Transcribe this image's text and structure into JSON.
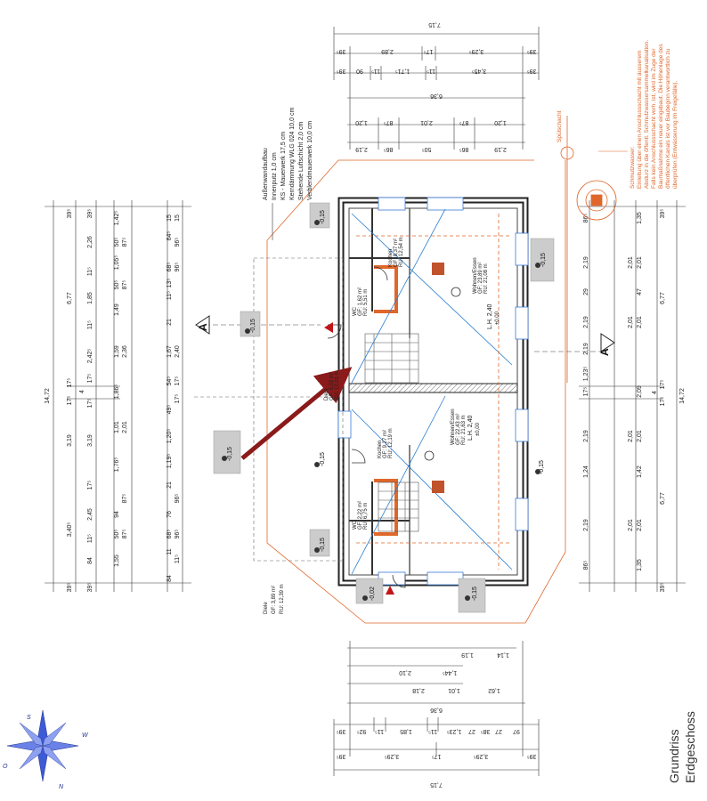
{
  "title": {
    "line1": "Grundriss",
    "line2": "Erdgeschoss"
  },
  "wall_legend": [
    "Außenwandaufbau",
    "Innenputz 1,0 cm",
    "KS - Mauerwerk 17,5 cm",
    "Kerndämmung WLG 024 10,0 cm",
    "Stehende Luftschicht 2,0 cm",
    "Verblendmauerwerk 10,0 cm"
  ],
  "schmutzwasser": [
    "Schmutzwasser:",
    "Einleitung über einen Anschlussschacht mit äusserem",
    "Absturz in die öffentl. Schmutzwassersammelkanalisation.",
    "Falls kein Anschlussschacht vorh. ist, wird im Zuge der",
    "Baumaßnahme ein neuer eingebaut. Die Höhenlage des",
    "öffentlichen Kanals ist vor Baubeginn verantwortlich zu",
    "überprüfen (Entwässerung im Freigefälle)."
  ],
  "spuelschacht": "Spülschacht",
  "section_marker": "A",
  "levels": [
    "-0,15",
    "-0,15",
    "-0,15",
    "-0,15",
    "-0,15",
    "-0,15",
    "-0,15",
    "-0,02"
  ],
  "rooms": [
    {
      "name": "Wohnen/Essen",
      "gf": "GF: 23,89 m²",
      "ru": "RU: 21,08 m"
    },
    {
      "name": "Kochen",
      "gf": "GF: 8,37 m²",
      "ru": "RU: 12,54 m"
    },
    {
      "name": "WC",
      "gf": "GF: 1,62 m²",
      "ru": "RU: 5,51 m"
    },
    {
      "name": "Diele",
      "gf": "GF: 5,02 m²",
      "ru": "RU: 12,01 m"
    },
    {
      "name": "Wohnen/Essen",
      "gf": "GF: 22,43 m²",
      "ru": "RU: 21,63 m"
    },
    {
      "name": "Kochen",
      "gf": "GF: 9,27 m²",
      "ru": "RU: 12,19 m"
    },
    {
      "name": "WC",
      "gf": "GF: 2,22 m²",
      "ru": "RU: 6,75 m"
    },
    {
      "name": "Diele",
      "gf": "GF: 3,89 m²",
      "ru": "RU: 12,39 m"
    }
  ],
  "lh": [
    "L.H. 2,40",
    "L.H. 2,40"
  ],
  "lh_level": [
    "±0,00",
    "±0,00"
  ],
  "top_dims": {
    "total": "7,15",
    "row2": [
      "39⁵",
      "2,89",
      "17⁵",
      "3,29⁵",
      "39⁵"
    ],
    "row3": [
      "39⁵",
      "90",
      "11⁵",
      "1,71⁵",
      "11⁵",
      "3,45⁵",
      "39⁵"
    ],
    "row4": "6,36",
    "row5": [
      "1,20",
      "87⁵",
      "2,01",
      "87⁵",
      "1,20"
    ],
    "row6": [
      "2,19",
      "86⁵",
      "50⁵",
      "86⁵",
      "2,19"
    ]
  },
  "bottom_dims": {
    "total": "7,15",
    "row2": [
      "39⁵",
      "3,29⁵",
      "17⁵",
      "3,29⁵",
      "39⁵"
    ],
    "row3": [
      "39⁵",
      "92⁵",
      "11⁵",
      "1,85",
      "11⁵",
      "1,23⁵",
      "27",
      "38⁵",
      "27",
      "97"
    ],
    "row4": "6,36",
    "row5": [
      "1,62",
      "1,01",
      "2,18"
    ],
    "row6": [
      "1,44⁵",
      "2,10"
    ],
    "row7": [
      "1,14",
      "1,19"
    ]
  },
  "left_dims": {
    "total": "14,72",
    "major": [
      "39⁵",
      "6,77",
      "17⁵",
      "3,19",
      "17⁵",
      "3,40⁵",
      "39⁵"
    ],
    "row2": [
      "39⁵",
      "2,26",
      "11⁵",
      "1,85",
      "11⁵",
      "2,42⁵",
      "17⁵",
      "4",
      "17⁵",
      "3,19",
      "17⁵",
      "2,45",
      "11⁵",
      "84",
      "39⁵"
    ],
    "row3": [
      "1,42⁵",
      "50⁵",
      "1,05⁵",
      "50⁵",
      "1,49",
      "1,59",
      "1,86⁵",
      "1,01",
      "1,76⁵",
      "94",
      "50⁵",
      "1,55"
    ],
    "row4": [
      "87⁵",
      "87⁵",
      "2,36",
      "2,01",
      "87⁵",
      "87⁵"
    ],
    "row5": [
      "15",
      "64⁵",
      "68⁵",
      "13⁵",
      "11⁵",
      "21",
      "1,67",
      "54⁵",
      "49⁵",
      "1,20⁵",
      "1,19⁵",
      "21",
      "76",
      "68⁵",
      "11",
      "84"
    ],
    "row6": [
      "15",
      "96⁵",
      "96⁵",
      "2,40",
      "17⁵",
      "17⁵",
      "96⁵",
      "96⁵",
      "11⁵"
    ]
  },
  "right_dims": {
    "total": "14,72",
    "major": [
      "39⁵",
      "6,77",
      "17⁵",
      "4",
      "17⁵",
      "6,77",
      "39⁵"
    ],
    "row2": [
      "1,35",
      "2,01",
      "47",
      "2,01",
      "2,09",
      "2,01",
      "1,42",
      "2,01",
      "1,35"
    ],
    "row3": [
      "2,01",
      "2,01",
      "2,01",
      "2,01"
    ],
    "row4": [
      "86⁵",
      "2,19",
      "2,19",
      "29",
      "2,19",
      "1,23⁵",
      "17⁵",
      "2,19",
      "1,24",
      "2,19",
      "86⁵"
    ]
  }
}
